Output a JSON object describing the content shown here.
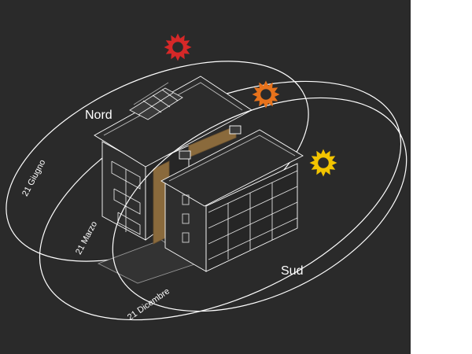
{
  "labels": {
    "north": "Nord",
    "south": "Sud",
    "orbit_june": "21 Giugno",
    "orbit_march": "21 Marzo",
    "orbit_december": "21 Dicembre"
  },
  "colors": {
    "background": "#2a2a2a",
    "margin": "#ffffff",
    "line": "#ffffff",
    "sun_june": "#d62828",
    "sun_march": "#e8731c",
    "sun_december": "#f2c400",
    "panel_wood": "#8a6a3c"
  },
  "icons": {
    "sun": "sun-icon"
  }
}
